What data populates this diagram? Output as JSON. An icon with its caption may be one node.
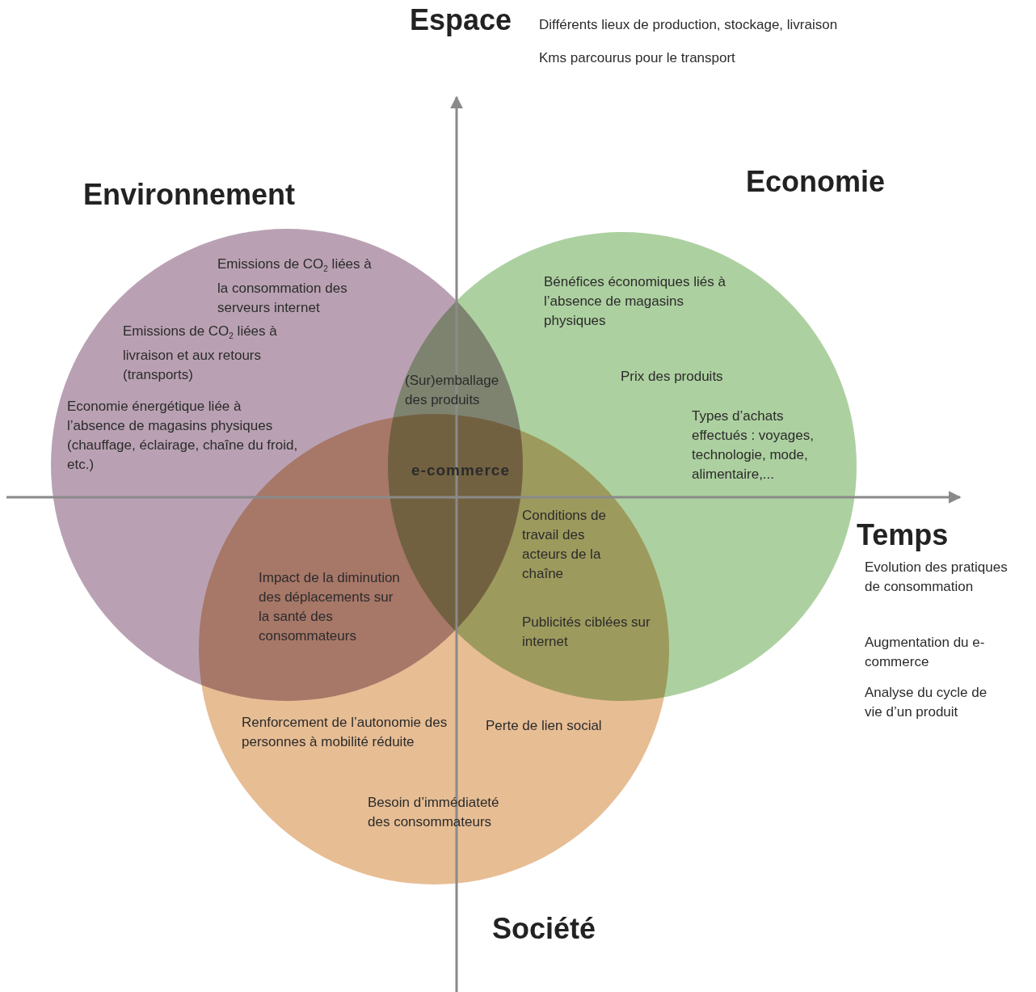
{
  "diagram": {
    "nodes": [
      {
        "text": [
          "Environnement"
        ]
      },
      {
        "text": [
          "Economie"
        ]
      },
      {
        "text": [
          "Société"
        ]
      }
    ],
    "labels": [
      "Espace",
      "Différents lieux de production, stockage, livraison",
      "Kms parcourus pour le transport",
      "Temps",
      "Evolution des pratiques de consommation",
      "Augmentation du e-commerce",
      "Analyse du cycle de vie d’un produit",
      "Emissions de CO$_{2}$ liées à la consommation des serveurs internet",
      "Emissions de CO$_{2}$ liées à livraison et aux retours (transports)",
      "Economie énergétique liée à l’absence de magasins physiques (chauffage, éclairage, chaîne du froid, etc.)",
      "(Sur)emballage des produits",
      "Bénéfices économiques liés à l’absence de magasins physiques",
      "Prix des produits",
      "Types d’achats effectués : voyages, technologie, mode, alimentaire,...",
      "e-commerce",
      "Conditions de travail des acteurs de la chaîne",
      "Impact de la diminution des déplacements sur la santé des consommateurs",
      "Publicités ciblées sur internet",
      "Renforcement de l’autonomie des personnes à mobilité réduite",
      "Perte de lien social",
      "Besoin d’immédiateté des consommateurs"
    ]
  }
}
